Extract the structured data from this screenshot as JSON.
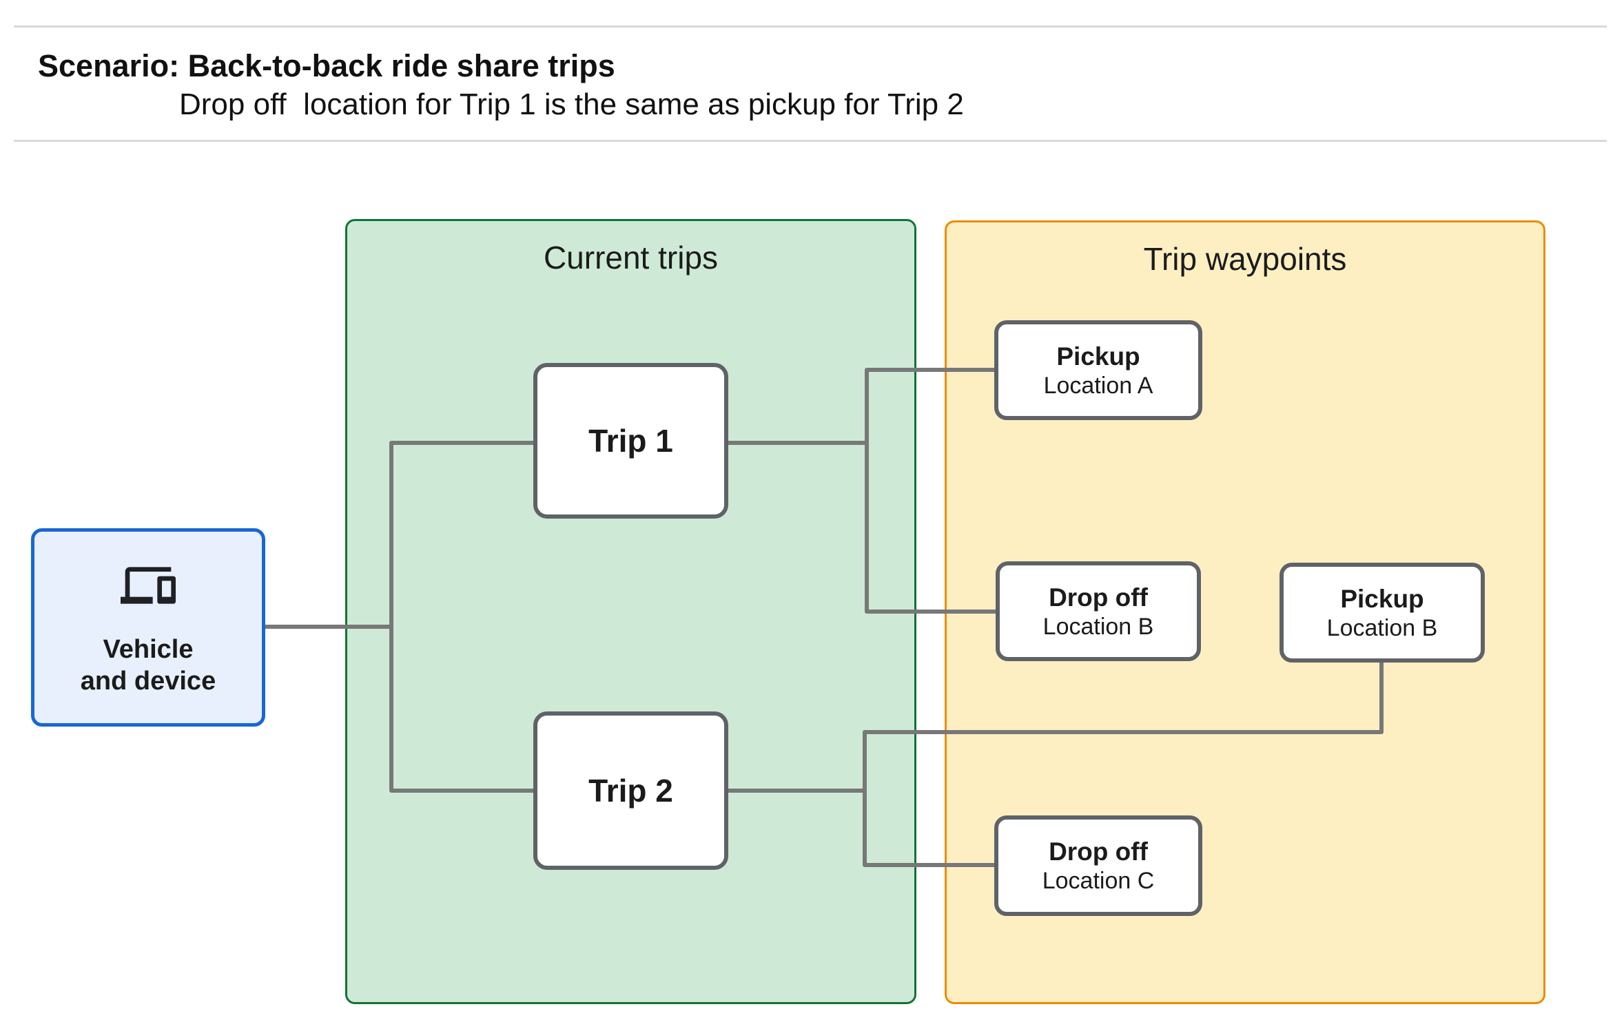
{
  "header": {
    "title": "Scenario: Back-to-back ride share trips",
    "subtitle": "Drop off  location for Trip 1 is the same as pickup for Trip 2"
  },
  "groups": {
    "current_trips": {
      "title": "Current trips"
    },
    "trip_waypoints": {
      "title": "Trip waypoints"
    }
  },
  "vehicle": {
    "icon": "devices-icon",
    "label_line1": "Vehicle",
    "label_line2": "and device"
  },
  "trips": [
    {
      "label": "Trip 1"
    },
    {
      "label": "Trip 2"
    }
  ],
  "waypoints": [
    {
      "type": "Pickup",
      "location": "Location A"
    },
    {
      "type": "Drop off",
      "location": "Location B"
    },
    {
      "type": "Pickup",
      "location": "Location B"
    },
    {
      "type": "Drop off",
      "location": "Location C"
    }
  ],
  "colors": {
    "text": "#202124",
    "divider": "#d9d9d9",
    "green_fill": "#ceead6",
    "green_border": "#137333",
    "yellow_fill": "#feefc3",
    "orange_border": "#ed8b00",
    "blue_fill": "#e8f0fe",
    "blue_border": "#1967d2",
    "box_border": "#5f6368",
    "connector": "#787878"
  }
}
